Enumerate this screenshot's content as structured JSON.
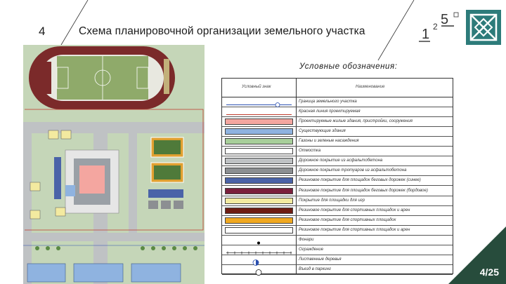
{
  "header": {
    "slide_number": "4",
    "title": "Схема планировочной организации земельного участка"
  },
  "logo": {
    "digits": [
      "1",
      "2",
      "5"
    ],
    "mark": "teal-square-emblem",
    "accent_color": "#2d7b7a"
  },
  "legend": {
    "title": "Условные обозначения:",
    "col_symbol": "Условный знак",
    "col_name": "Наименование",
    "items": [
      {
        "symbol": "line-with-circle",
        "color": "#2a4fb0",
        "label": "Граница земельного участка"
      },
      {
        "symbol": "line",
        "color": "#c0392b",
        "label": "Красная линия проектируемая"
      },
      {
        "symbol": "fill",
        "color": "#f4a6a0",
        "label": "Проектируемые жилые здания, пристройки, сооружения"
      },
      {
        "symbol": "fill",
        "color": "#8fb3e0",
        "label": "Существующие здания"
      },
      {
        "symbol": "fill",
        "color": "#a8cf9a",
        "label": "Газоны и зеленые насаждения"
      },
      {
        "symbol": "fill",
        "color": "#ffffff",
        "label": "Отмостка"
      },
      {
        "symbol": "fill",
        "color": "#bfc2c4",
        "label": "Дорожное покрытие из асфальтобетона"
      },
      {
        "symbol": "fill",
        "color": "#8c8f92",
        "label": "Дорожное покрытие тротуаров из асфальтобетона"
      },
      {
        "symbol": "fill",
        "color": "#4a63a8",
        "label": "Резиновое покрытие для площадок беговых дорожек (синее)"
      },
      {
        "symbol": "fill",
        "color": "#7b1f3c",
        "label": "Резиновое покрытие для площадок беговых дорожек (бордовое)"
      },
      {
        "symbol": "fill",
        "color": "#f3eaa0",
        "label": "Покрытие для площадки для игр"
      },
      {
        "symbol": "fill",
        "color": "#6e1c12",
        "label": "Резиновое покрытие для спортивных площадок и арен"
      },
      {
        "symbol": "fill",
        "color": "#f0a820",
        "label": "Резиновое покрытие для спортивных площадок"
      },
      {
        "symbol": "fill",
        "color": "#ffffff",
        "label": "Резиновое покрытие для спортивных площадок и арен"
      },
      {
        "symbol": "dot",
        "color": "#000000",
        "label": "Фонари"
      },
      {
        "symbol": "fence",
        "color": "#000000",
        "label": "Ограждение"
      },
      {
        "symbol": "tree",
        "color": "#2a4fb0",
        "label": "Лиственные деревья"
      },
      {
        "symbol": "entry",
        "color": "#000000",
        "label": "Въезд в паркинг"
      }
    ]
  },
  "footer": {
    "page": "4/25"
  }
}
